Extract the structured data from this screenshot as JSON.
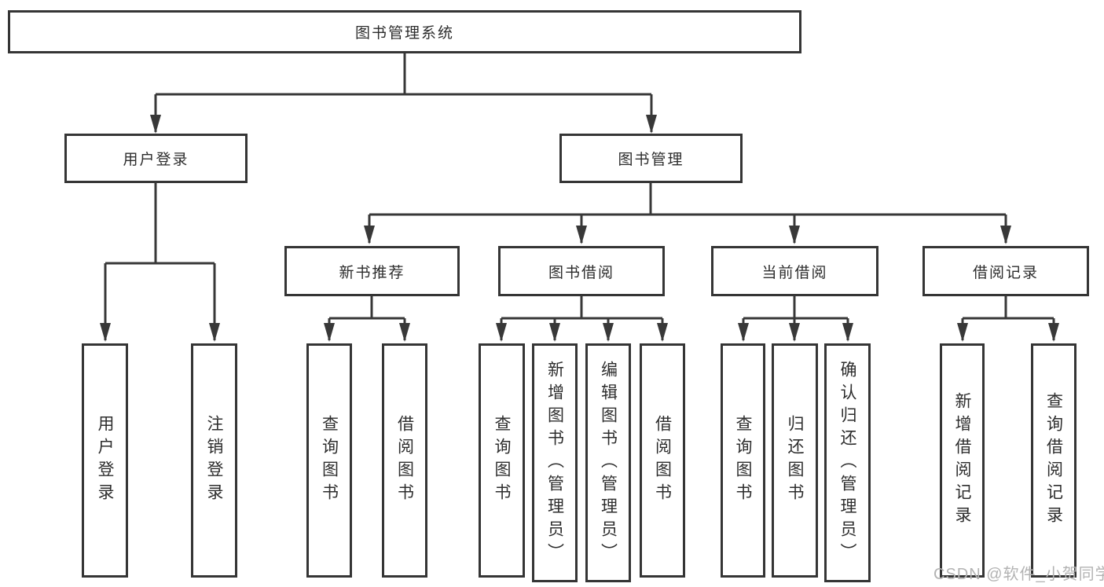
{
  "tree": {
    "root": "图书管理系统",
    "children": [
      {
        "label": "用户登录",
        "children": [
          "用户登录",
          "注销登录"
        ]
      },
      {
        "label": "图书管理",
        "children": [
          {
            "label": "新书推荐",
            "children": [
              "查询图书",
              "借阅图书"
            ]
          },
          {
            "label": "图书借阅",
            "children": [
              "查询图书",
              "新增图书（管理员）",
              "编辑图书（管理员）",
              "借阅图书"
            ]
          },
          {
            "label": "当前借阅",
            "children": [
              "查询图书",
              "归还图书",
              "确认归还（管理员）"
            ]
          },
          {
            "label": "借阅记录",
            "children": [
              "新增借阅记录",
              "查询借阅记录"
            ]
          }
        ]
      }
    ]
  },
  "watermark": {
    "text": "CSDN @软件_小贺同学"
  },
  "colors": {
    "line": "#383838",
    "box_border": "#353535",
    "box_fill": "#ffffff",
    "text": "#2d2d2d",
    "watermark": "#b3b3b3"
  }
}
